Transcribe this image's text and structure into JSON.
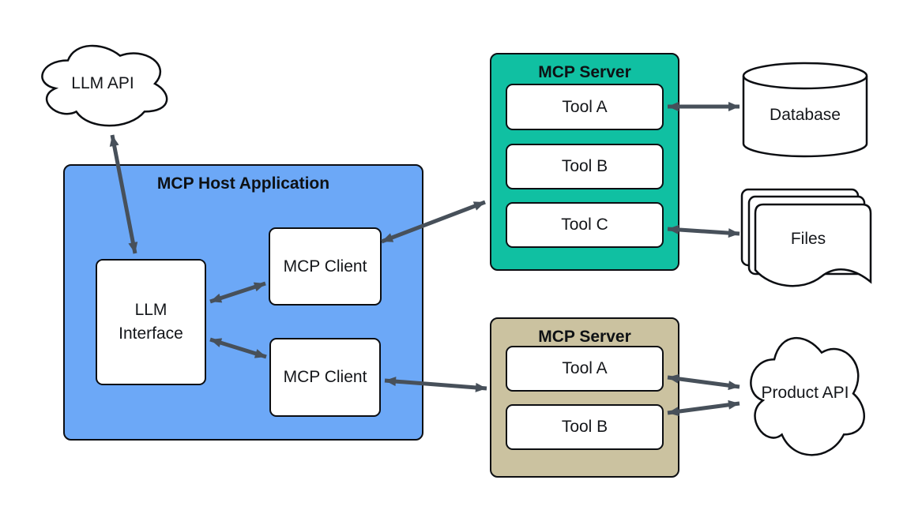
{
  "diagram": {
    "type": "architecture-diagram",
    "nodes": {
      "llm_api": {
        "label": "LLM API",
        "shape": "cloud"
      },
      "host": {
        "title": "MCP Host Application",
        "fill": "#6CA8F7",
        "llm_interface": {
          "line1": "LLM",
          "line2": "Interface"
        },
        "client1": {
          "label": "MCP Client"
        },
        "client2": {
          "label": "MCP Client"
        }
      },
      "server1": {
        "title": "MCP Server",
        "fill": "#10C0A2",
        "tools": [
          {
            "label": "Tool A"
          },
          {
            "label": "Tool B"
          },
          {
            "label": "Tool C"
          }
        ]
      },
      "server2": {
        "title": "MCP Server",
        "fill": "#CBC2A0",
        "tools": [
          {
            "label": "Tool A"
          },
          {
            "label": "Tool B"
          }
        ]
      },
      "database": {
        "label": "Database",
        "shape": "cylinder"
      },
      "files": {
        "label": "Files",
        "shape": "document-stack"
      },
      "product_api": {
        "label": "Product API",
        "shape": "cloud"
      }
    },
    "edges": [
      {
        "from": "llm_api",
        "to": "llm_interface",
        "bidirectional": true
      },
      {
        "from": "llm_interface",
        "to": "client1",
        "bidirectional": true
      },
      {
        "from": "llm_interface",
        "to": "client2",
        "bidirectional": true
      },
      {
        "from": "client1",
        "to": "server1",
        "bidirectional": true
      },
      {
        "from": "client2",
        "to": "server2",
        "bidirectional": true
      },
      {
        "from": "server1_tool_a",
        "to": "database",
        "bidirectional": true
      },
      {
        "from": "server1_tool_c",
        "to": "files",
        "bidirectional": true
      },
      {
        "from": "server2_tool_a",
        "to": "product_api",
        "bidirectional": true
      },
      {
        "from": "server2_tool_b",
        "to": "product_api",
        "bidirectional": true
      }
    ],
    "colors": {
      "arrow": "#47505A",
      "border": "#000000",
      "host_fill": "#6CA8F7",
      "server1_fill": "#10C0A2",
      "server2_fill": "#CBC2A0"
    }
  }
}
